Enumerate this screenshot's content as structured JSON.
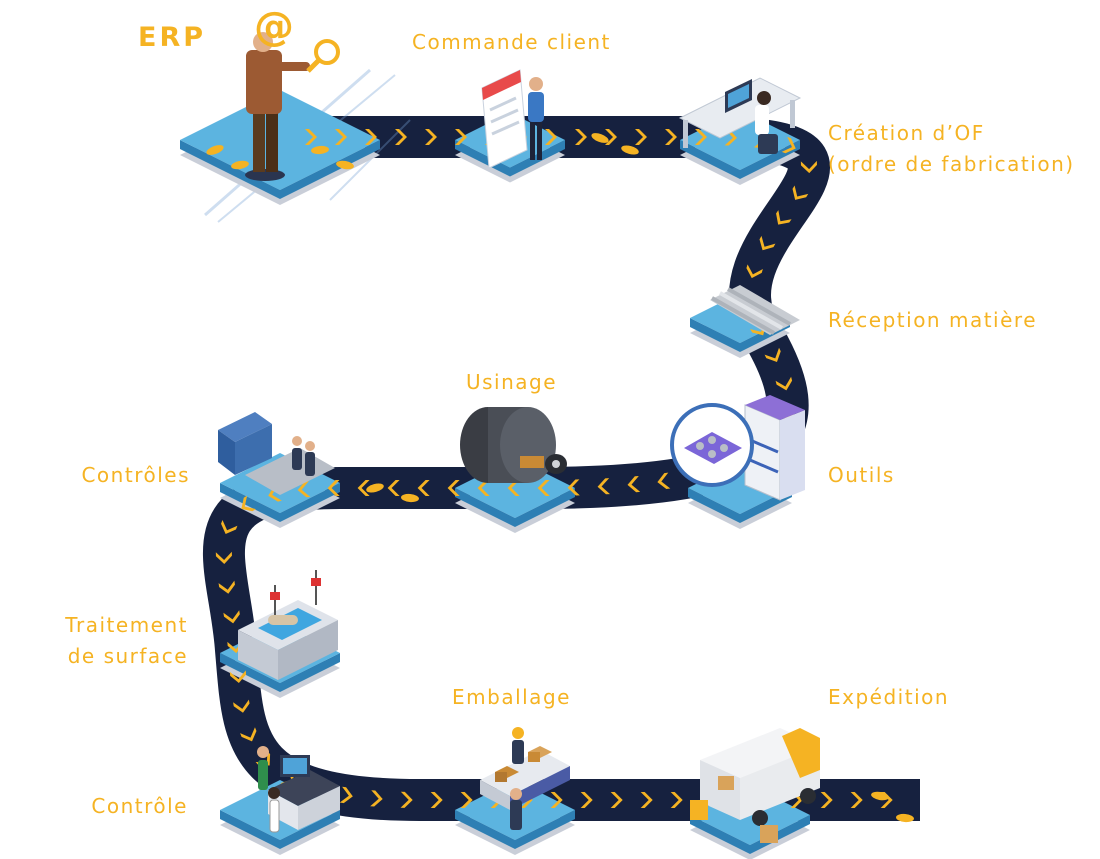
{
  "erp_label": "ERP",
  "at_symbol": "@",
  "steps": [
    {
      "id": "commande",
      "label": "Commande client",
      "icon": "order-form-icon"
    },
    {
      "id": "creation",
      "label": "Création d’OF",
      "label2": "(ordre de fabrication)",
      "icon": "desk-computer-icon"
    },
    {
      "id": "reception",
      "label": "Réception matière",
      "icon": "metal-bars-icon"
    },
    {
      "id": "outils",
      "label": "Outils",
      "icon": "tool-cabinet-icon"
    },
    {
      "id": "usinage",
      "label": "Usinage",
      "icon": "machining-part-icon"
    },
    {
      "id": "controles",
      "label": "Contrôles",
      "icon": "inspection-line-icon"
    },
    {
      "id": "traitement",
      "label": "Traitement",
      "label2": "de surface",
      "icon": "surface-treatment-icon"
    },
    {
      "id": "controle",
      "label": "Contrôle",
      "icon": "control-station-icon"
    },
    {
      "id": "emballage",
      "label": "Emballage",
      "icon": "packing-station-icon"
    },
    {
      "id": "expedition",
      "label": "Expédition",
      "icon": "delivery-truck-icon"
    }
  ],
  "colors": {
    "accent": "#F5B323",
    "road": "#16213F",
    "platform_top": "#5CB4E0",
    "platform_side": "#2E7FB4",
    "platform_shadow": "#C9CED8"
  }
}
